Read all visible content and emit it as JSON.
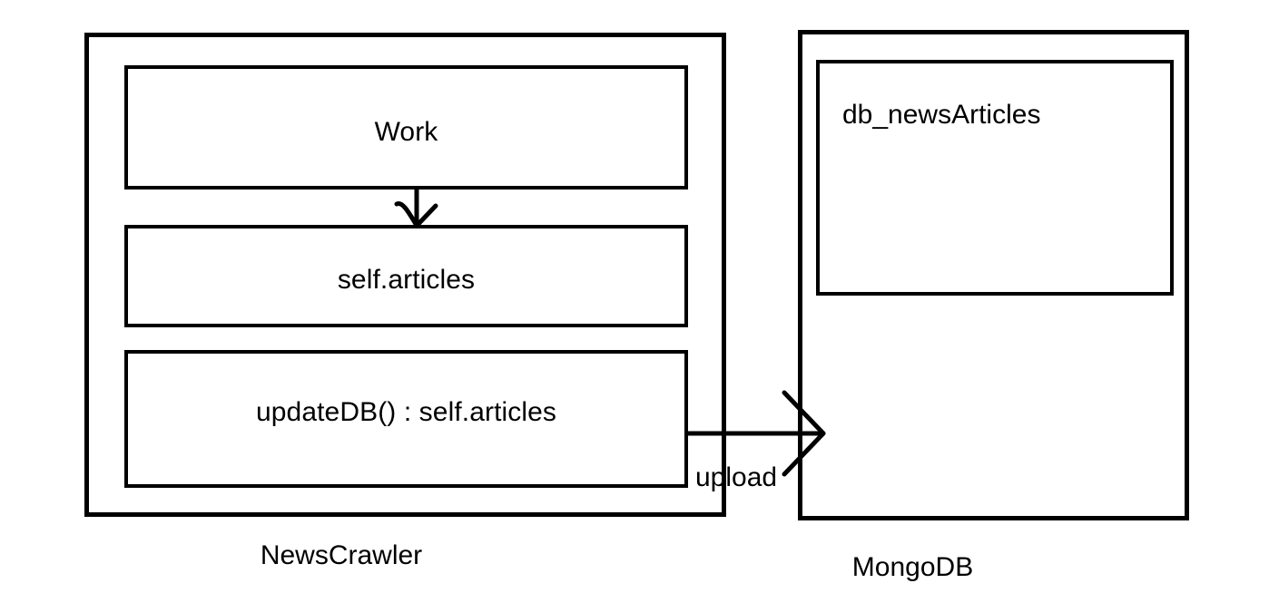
{
  "diagram": {
    "title": "NewsCrawler to MongoDB data flow",
    "background_color": "#ffffff",
    "stroke_color": "#000000",
    "text_color": "#000000"
  },
  "newscrawler": {
    "caption": "NewsCrawler",
    "boxes": [
      {
        "label": "Work"
      },
      {
        "label": "self.articles"
      },
      {
        "label": "updateDB() : self.articles"
      }
    ]
  },
  "mongodb": {
    "caption": "MongoDB",
    "boxes": [
      {
        "label": "db_newsArticles"
      }
    ]
  },
  "connections": [
    {
      "from": "Work",
      "to": "self.articles",
      "label": "",
      "direction": "down",
      "arrow_style": "open"
    },
    {
      "from": "updateDB() : self.articles",
      "to": "MongoDB",
      "label": "upload",
      "direction": "right",
      "arrow_style": "open"
    }
  ]
}
